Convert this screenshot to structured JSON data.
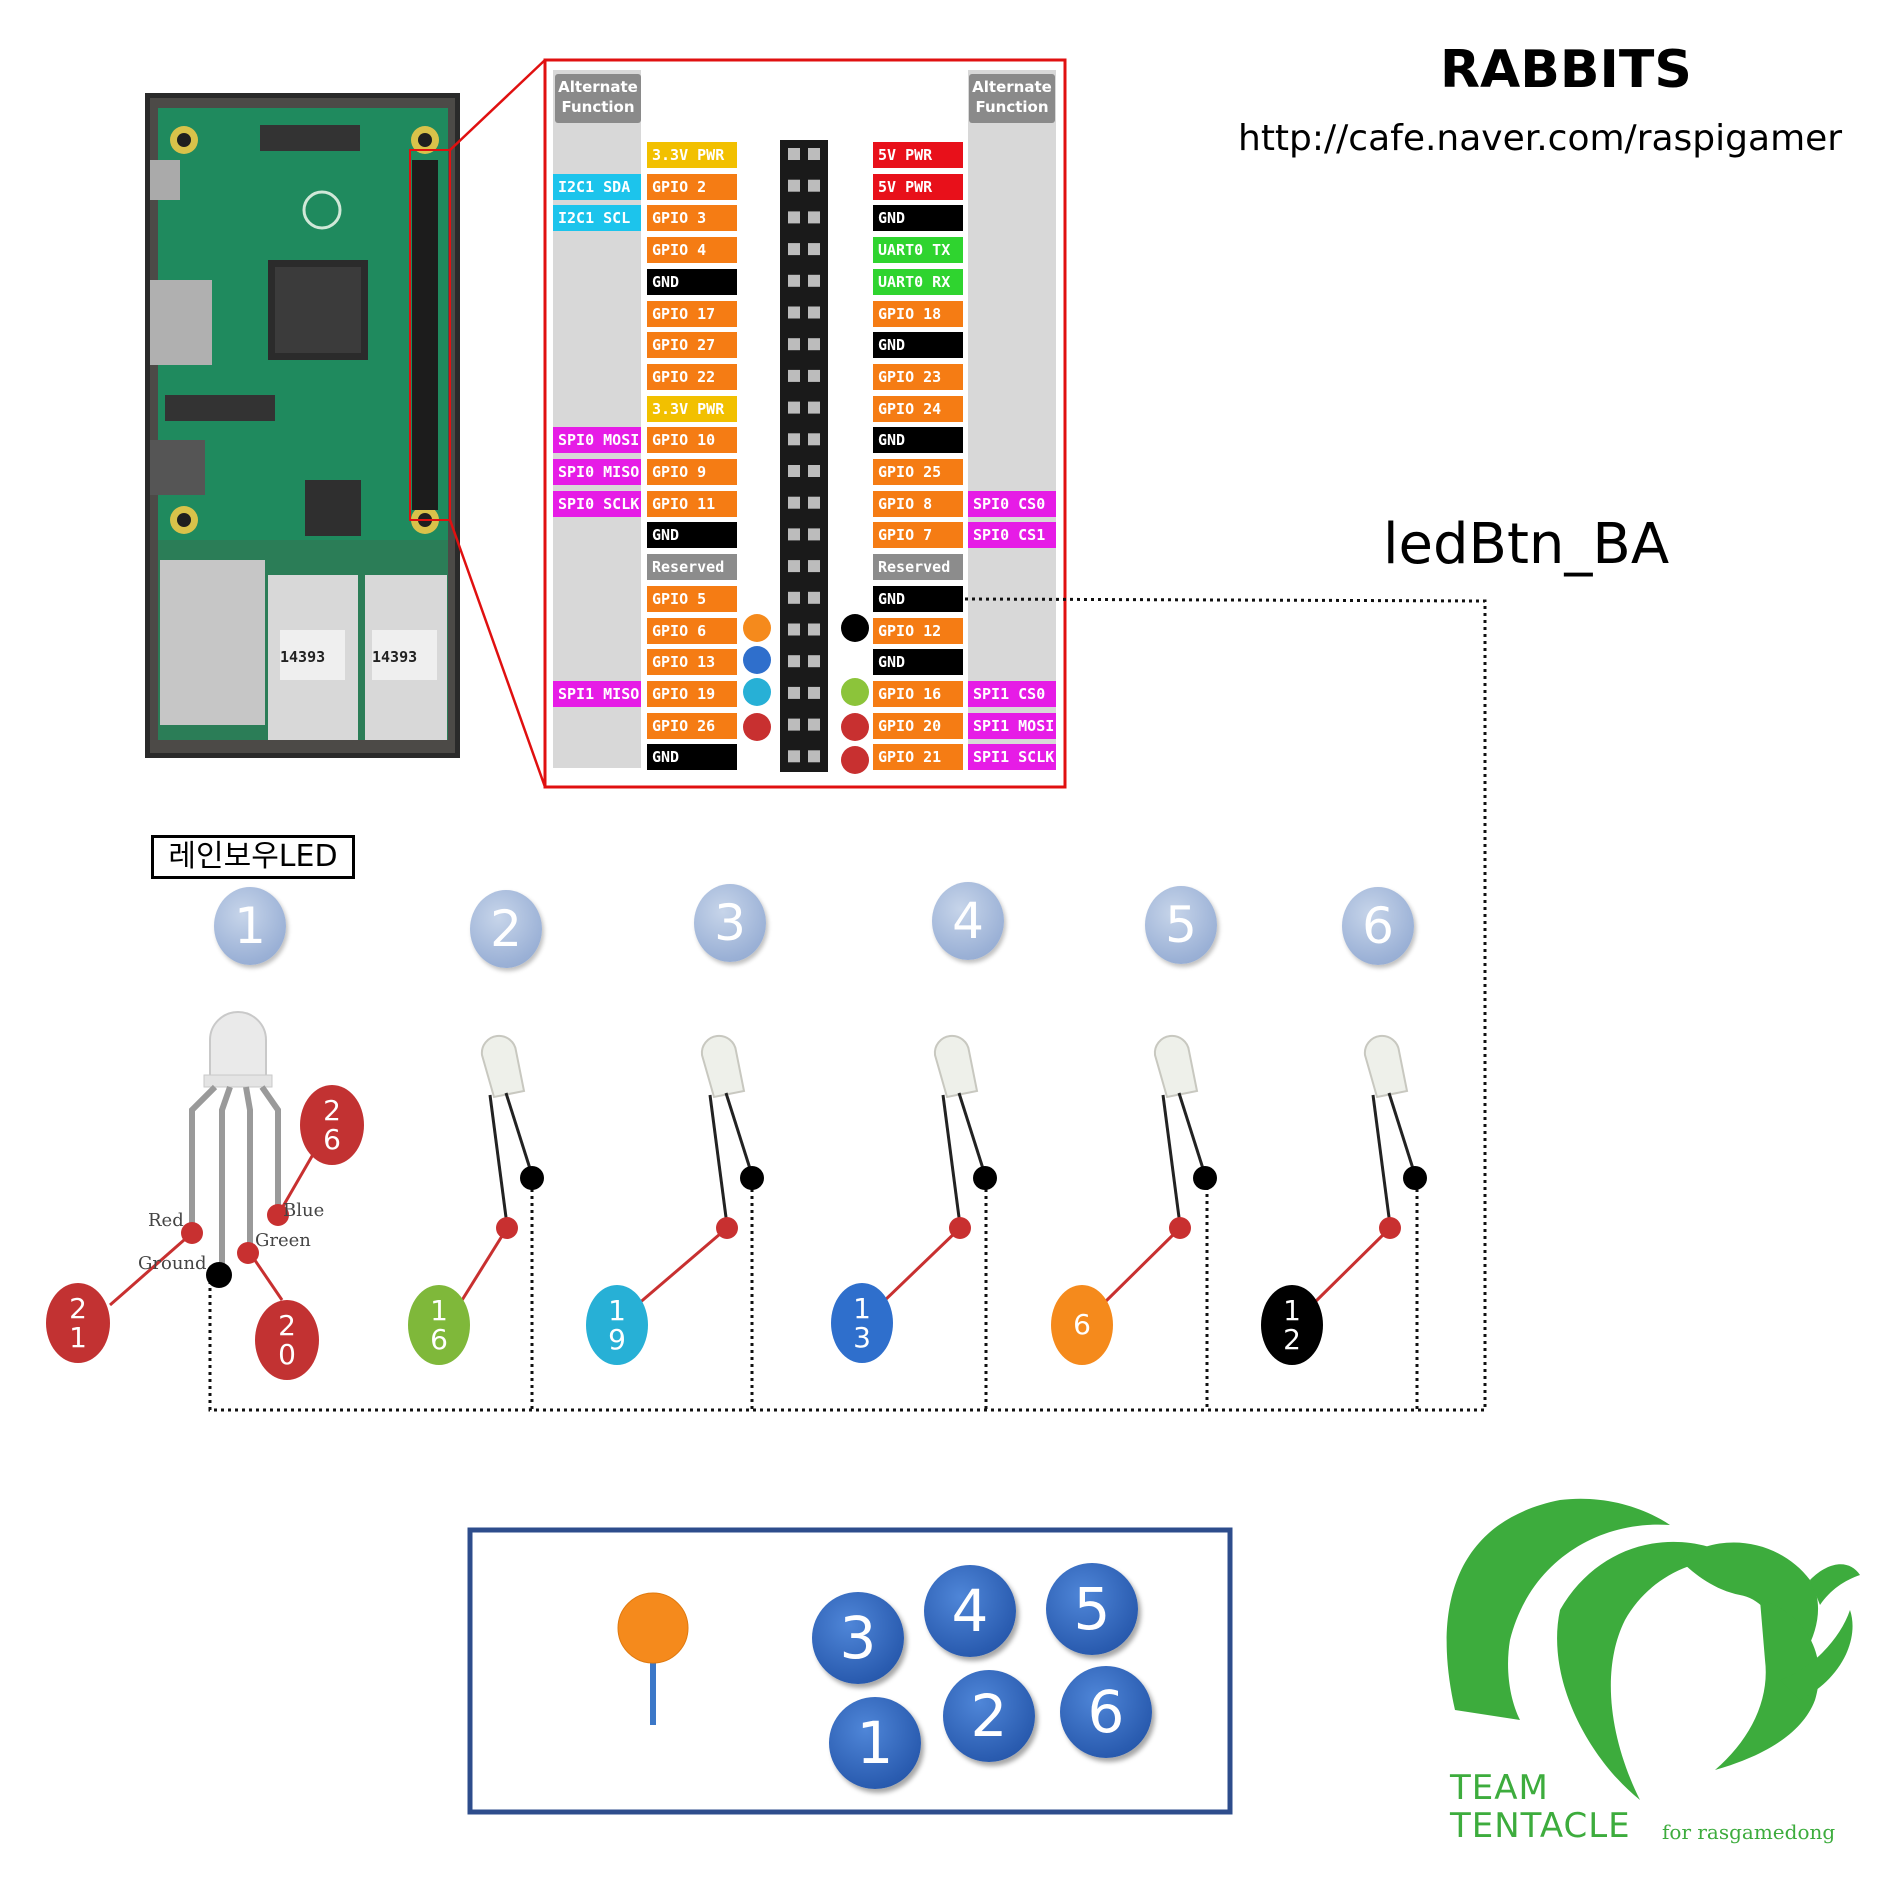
{
  "header": {
    "title": "RABBITS",
    "url": "http://cafe.naver.com/raspigamer"
  },
  "board": {
    "chip_mark_1": "14393",
    "chip_mark_2": "14393"
  },
  "pinout": {
    "alt_function_label": "Alternate\nFunction",
    "left_pins": [
      {
        "label": "3.3V PWR",
        "color": "#f2c000"
      },
      {
        "label": "GPIO 2",
        "color": "#f57c14"
      },
      {
        "label": "GPIO 3",
        "color": "#f57c14"
      },
      {
        "label": "GPIO 4",
        "color": "#f57c14"
      },
      {
        "label": "GND",
        "color": "#000000"
      },
      {
        "label": "GPIO 17",
        "color": "#f57c14"
      },
      {
        "label": "GPIO 27",
        "color": "#f57c14"
      },
      {
        "label": "GPIO 22",
        "color": "#f57c14"
      },
      {
        "label": "3.3V PWR",
        "color": "#f2c000"
      },
      {
        "label": "GPIO 10",
        "color": "#f57c14"
      },
      {
        "label": "GPIO 9",
        "color": "#f57c14"
      },
      {
        "label": "GPIO 11",
        "color": "#f57c14"
      },
      {
        "label": "GND",
        "color": "#000000"
      },
      {
        "label": "Reserved",
        "color": "#8c8c8c"
      },
      {
        "label": "GPIO 5",
        "color": "#f57c14"
      },
      {
        "label": "GPIO 6",
        "color": "#f57c14"
      },
      {
        "label": "GPIO 13",
        "color": "#f57c14"
      },
      {
        "label": "GPIO 19",
        "color": "#f57c14"
      },
      {
        "label": "GPIO 26",
        "color": "#f57c14"
      },
      {
        "label": "GND",
        "color": "#000000"
      }
    ],
    "right_pins": [
      {
        "label": "5V PWR",
        "color": "#e8101a"
      },
      {
        "label": "5V PWR",
        "color": "#e8101a"
      },
      {
        "label": "GND",
        "color": "#000000"
      },
      {
        "label": "UART0 TX",
        "color": "#2fd42f"
      },
      {
        "label": "UART0 RX",
        "color": "#2fd42f"
      },
      {
        "label": "GPIO 18",
        "color": "#f57c14"
      },
      {
        "label": "GND",
        "color": "#000000"
      },
      {
        "label": "GPIO 23",
        "color": "#f57c14"
      },
      {
        "label": "GPIO 24",
        "color": "#f57c14"
      },
      {
        "label": "GND",
        "color": "#000000"
      },
      {
        "label": "GPIO 25",
        "color": "#f57c14"
      },
      {
        "label": "GPIO 8",
        "color": "#f57c14"
      },
      {
        "label": "GPIO 7",
        "color": "#f57c14"
      },
      {
        "label": "Reserved",
        "color": "#8c8c8c"
      },
      {
        "label": "GND",
        "color": "#000000"
      },
      {
        "label": "GPIO 12",
        "color": "#f57c14"
      },
      {
        "label": "GND",
        "color": "#000000"
      },
      {
        "label": "GPIO 16",
        "color": "#f57c14"
      },
      {
        "label": "GPIO 20",
        "color": "#f57c14"
      },
      {
        "label": "GPIO 21",
        "color": "#f57c14"
      }
    ],
    "left_alt": [
      {
        "row": 1,
        "label": "I2C1 SDA",
        "color": "#1cc4ec"
      },
      {
        "row": 2,
        "label": "I2C1 SCL",
        "color": "#1cc4ec"
      },
      {
        "row": 9,
        "label": "SPI0 MOSI",
        "color": "#e61ce6"
      },
      {
        "row": 10,
        "label": "SPI0 MISO",
        "color": "#e61ce6"
      },
      {
        "row": 11,
        "label": "SPI0 SCLK",
        "color": "#e61ce6"
      },
      {
        "row": 17,
        "label": "SPI1 MISO",
        "color": "#e61ce6"
      }
    ],
    "right_alt": [
      {
        "row": 11,
        "label": "SPI0 CS0",
        "color": "#e61ce6"
      },
      {
        "row": 12,
        "label": "SPI0 CS1",
        "color": "#e61ce6"
      },
      {
        "row": 17,
        "label": "SPI1 CS0",
        "color": "#e61ce6"
      },
      {
        "row": 18,
        "label": "SPI1 MOSI",
        "color": "#e61ce6"
      },
      {
        "row": 19,
        "label": "SPI1 SCLK",
        "color": "#e61ce6"
      }
    ]
  },
  "button_label": "ledBtn_BA",
  "rainbow_led_label": "레인보우LED",
  "rgb_led_pins": {
    "red": "Red",
    "ground": "Ground",
    "green": "Green",
    "blue": "Blue"
  },
  "leds": [
    {
      "number": "1",
      "gpio": null
    },
    {
      "number": "2",
      "gpio": "1\n6",
      "color": "#7fb83a"
    },
    {
      "number": "3",
      "gpio": "1\n9",
      "color": "#27b0d6"
    },
    {
      "number": "4",
      "gpio": "1\n3",
      "color": "#2f6fcc"
    },
    {
      "number": "5",
      "gpio": "6",
      "color": "#f58a1c"
    },
    {
      "number": "6",
      "gpio": "1\n2",
      "color": "#000000"
    }
  ],
  "rgb_gpio": {
    "red": "2\n1",
    "green": "2\n0",
    "blue": "2\n6"
  },
  "panel_buttons": [
    "3",
    "4",
    "5",
    "1",
    "2",
    "6"
  ],
  "logo": {
    "line1": "TEAM",
    "line2": "TENTACLE",
    "sub": "for rasgamedong",
    "color": "#3dac3d"
  }
}
